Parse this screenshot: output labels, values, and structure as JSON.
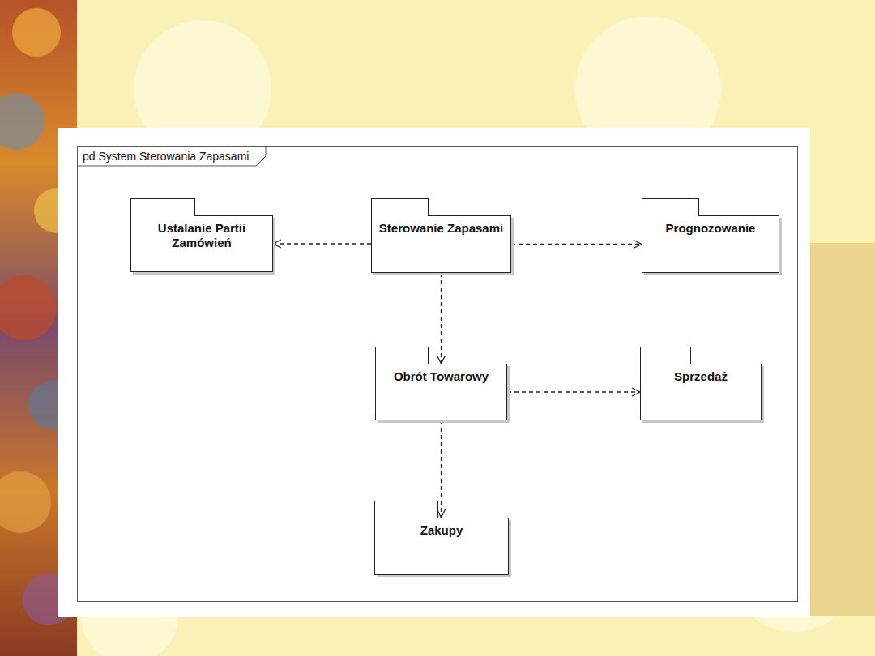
{
  "diagram": {
    "nodes": [
      {
        "text": [
          "pd System Sterowania Zapasami"
        ]
      },
      {
        "text": [
          "Ustalanie Partii Zamówień"
        ],
        "in": 0
      },
      {
        "text": [
          "Sterowanie Zapasami"
        ],
        "in": 0
      },
      {
        "text": [
          "Prognozowanie"
        ],
        "in": 0
      },
      {
        "text": [
          "Obrót Towarowy"
        ],
        "in": 0
      },
      {
        "text": [
          "Sprzedaż"
        ],
        "in": 0
      },
      {
        "text": [
          "Zakupy"
        ],
        "in": 0
      }
    ],
    "edges": [
      {
        "from": 2,
        "to": 1,
        "arrow": "to"
      },
      {
        "from": 2,
        "to": 3,
        "arrow": "to"
      },
      {
        "from": 2,
        "to": 4,
        "arrow": "to"
      },
      {
        "from": 4,
        "to": 5,
        "arrow": "to"
      },
      {
        "from": 4,
        "to": 6,
        "arrow": "to"
      }
    ]
  }
}
